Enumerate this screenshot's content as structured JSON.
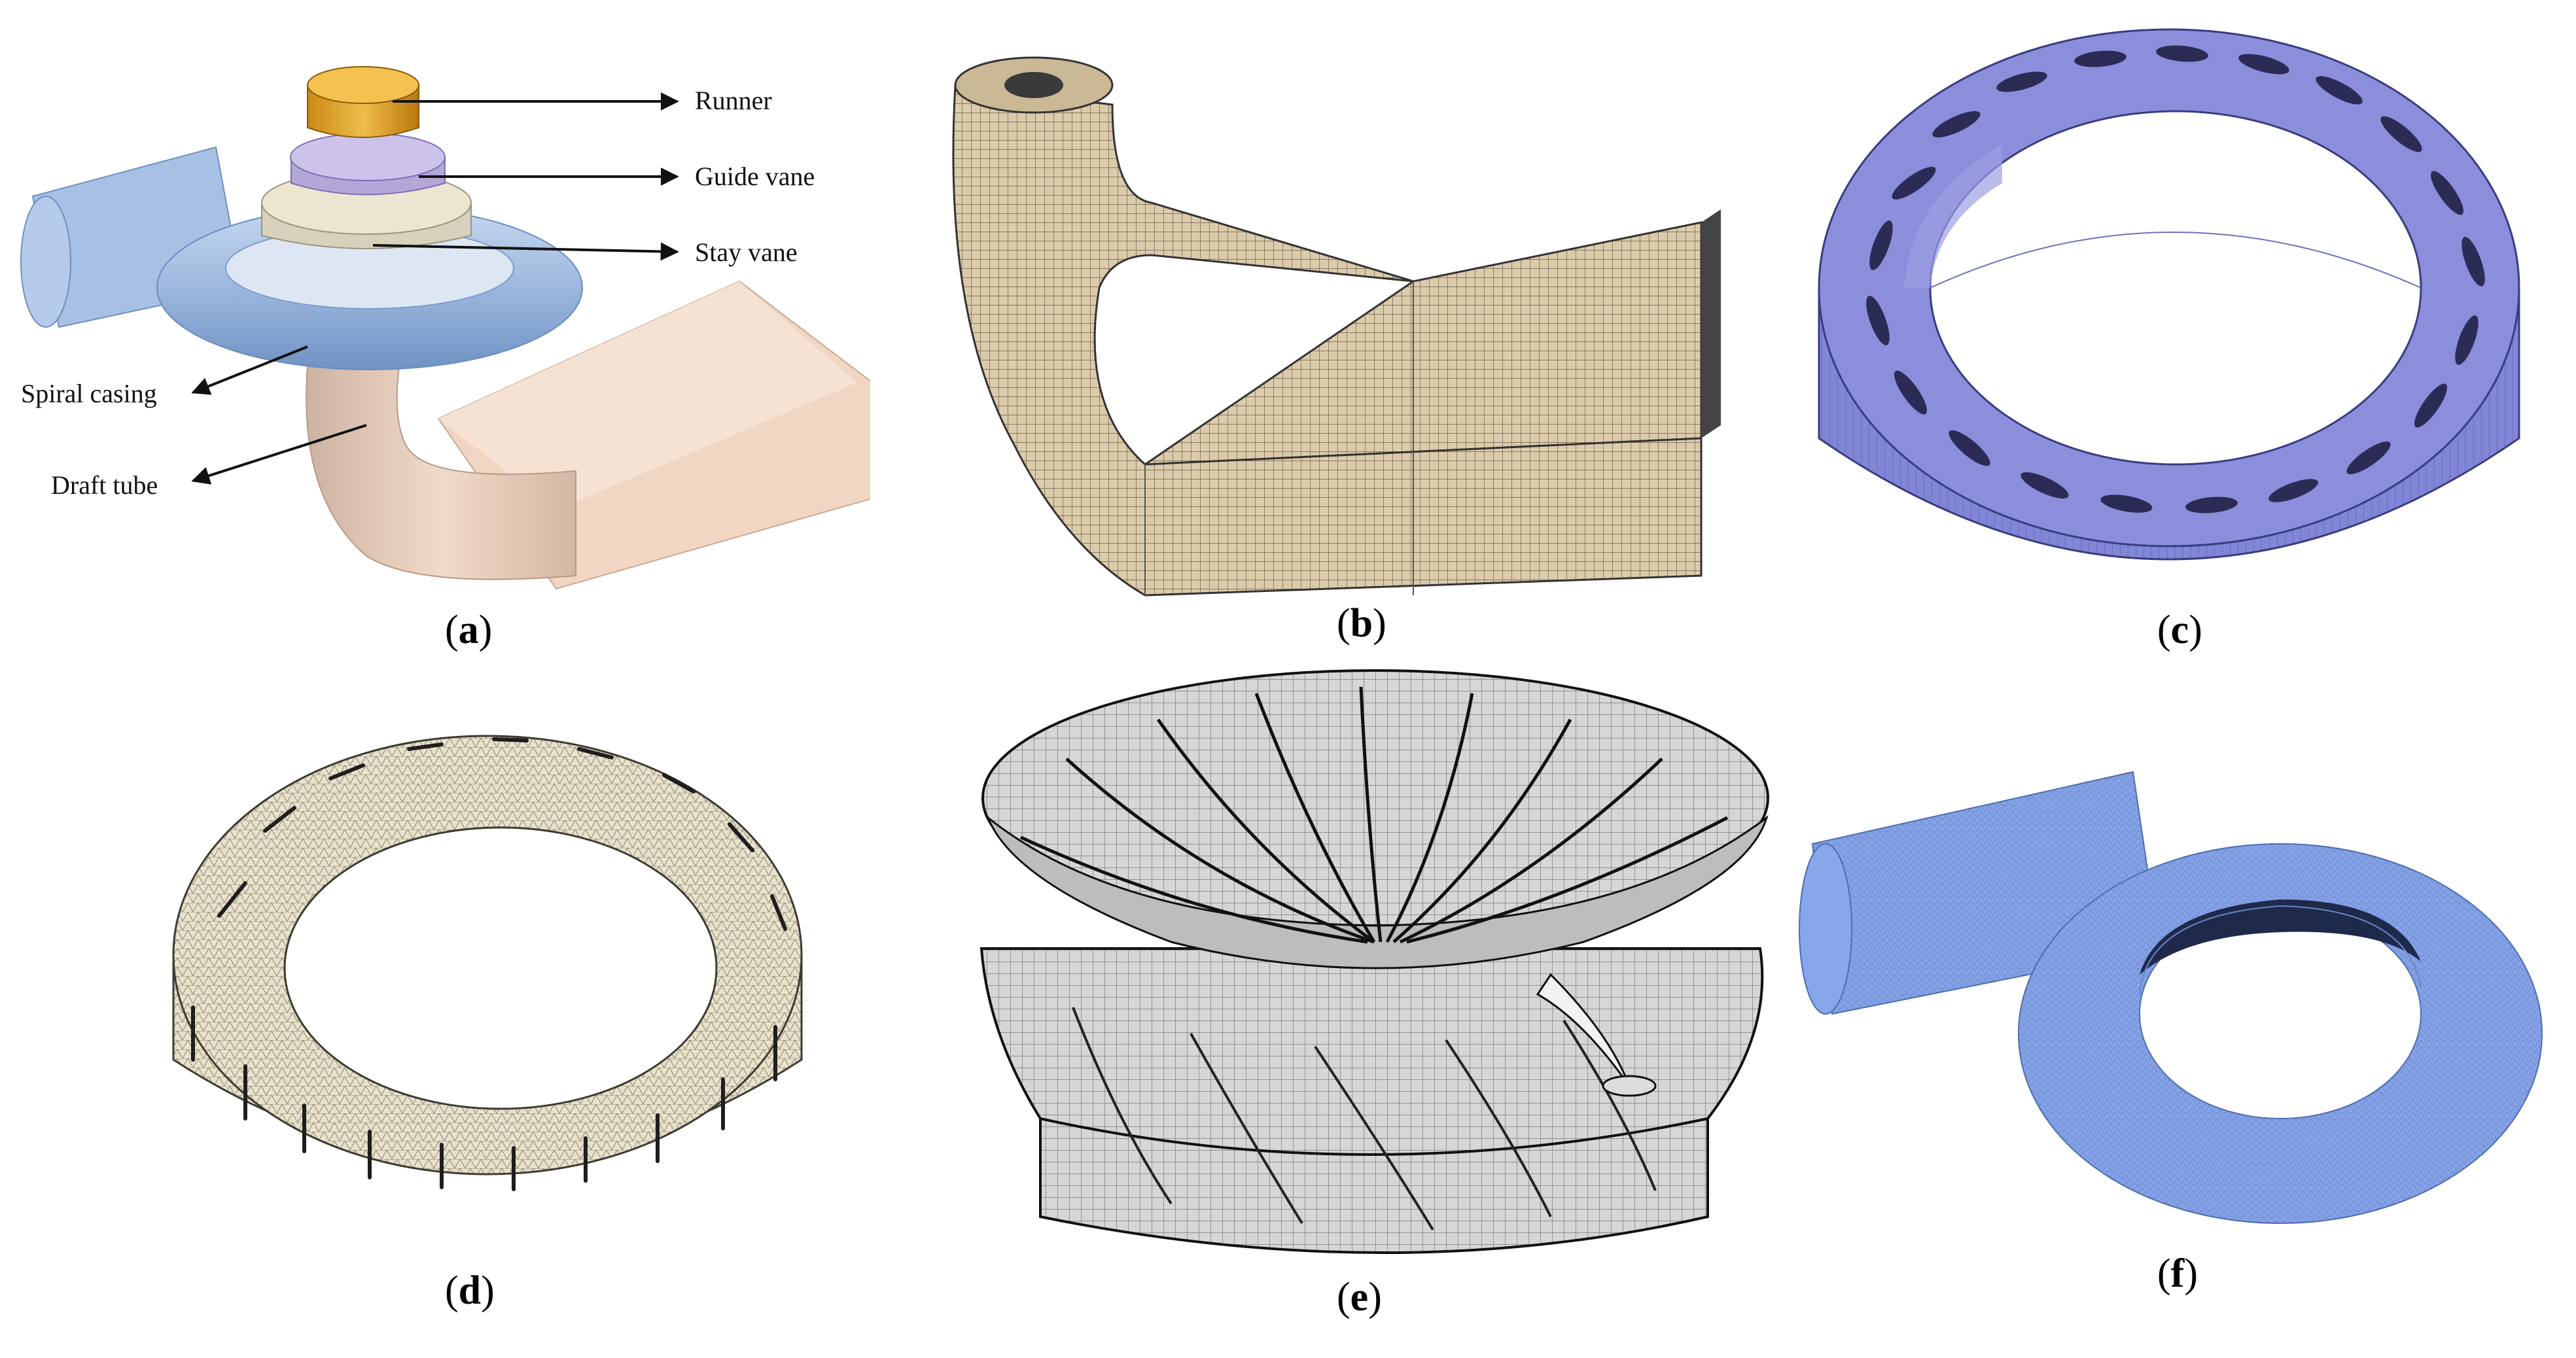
{
  "panels": [
    {
      "id": "a",
      "open": "(",
      "letter": "a",
      "close": ")"
    },
    {
      "id": "b",
      "open": "(",
      "letter": "b",
      "close": ")"
    },
    {
      "id": "c",
      "open": "(",
      "letter": "c",
      "close": ")"
    },
    {
      "id": "d",
      "open": "(",
      "letter": "d",
      "close": ")"
    },
    {
      "id": "e",
      "open": "(",
      "letter": "e",
      "close": ")"
    },
    {
      "id": "f",
      "open": "(",
      "letter": "f",
      "close": ")"
    }
  ],
  "callouts": {
    "runner": "Runner",
    "guide_vane": "Guide vane",
    "stay_vane": "Stay vane",
    "spiral_casing": "Spiral casing",
    "draft_tube": "Draft tube"
  },
  "colors": {
    "runner": "#e0a52c",
    "guide_vane": "#c4b8e4",
    "stay_vane": "#dcd5c0",
    "spiral_casing": "#9db8dd",
    "draft_tube": "#e8cab6",
    "mesh_tan": "#d9c9aa",
    "mesh_purple": "#7b7fd0",
    "mesh_gray": "#cfcfcf",
    "mesh_blue": "#7f9ee6"
  }
}
